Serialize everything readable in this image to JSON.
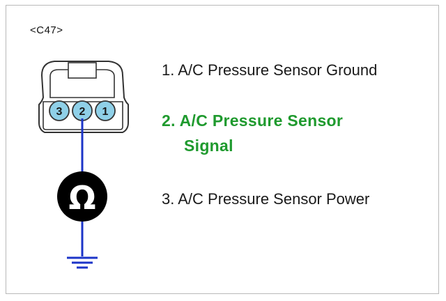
{
  "connector": {
    "id_label": "<C47>",
    "pins": [
      {
        "number": "3"
      },
      {
        "number": "2"
      },
      {
        "number": "1"
      }
    ],
    "pin_color": "#8fd0e8"
  },
  "meter": {
    "symbol": "Ω",
    "icon": "ohmmeter-icon"
  },
  "ground": {
    "icon": "ground-symbol-icon"
  },
  "legend": {
    "item1": "1. A/C Pressure Sensor Ground",
    "item2_line1": "2. A/C Pressure Sensor",
    "item2_line2": "Signal",
    "item3": "3. A/C Pressure Sensor Power"
  },
  "colors": {
    "wire": "#1c35c8",
    "highlight_text": "#1f9a2e",
    "meter_fill": "#000000"
  }
}
